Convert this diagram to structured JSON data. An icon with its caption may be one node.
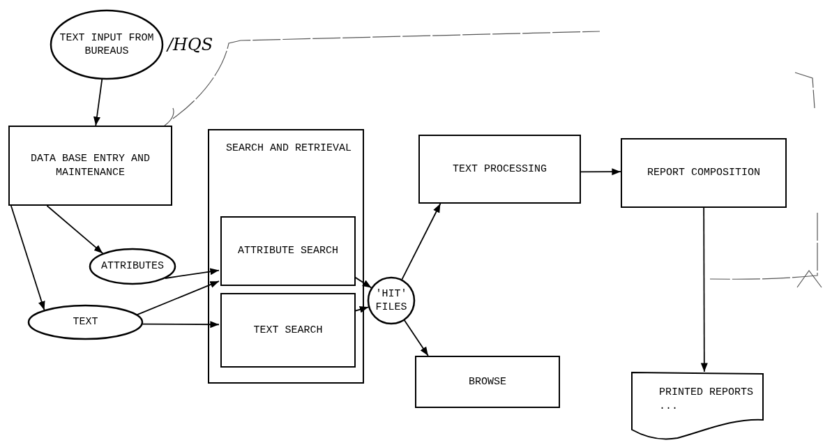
{
  "diagram": {
    "nodes": [
      {
        "text": [
          "TEXT INPUT FROM BUREAUS"
        ]
      },
      {
        "text": [
          "DATA BASE ENTRY AND MAINTENANCE"
        ]
      },
      {
        "text": [
          "ATTRIBUTES"
        ]
      },
      {
        "text": [
          "TEXT"
        ]
      },
      {
        "text": [
          "SEARCH AND RETRIEVAL"
        ]
      },
      {
        "text": [
          "ATTRIBUTE SEARCH"
        ],
        "in": 4
      },
      {
        "text": [
          "TEXT SEARCH"
        ],
        "in": 4
      },
      {
        "text": [
          "'HIT' FILES"
        ]
      },
      {
        "text": [
          "TEXT PROCESSING"
        ]
      },
      {
        "text": [
          "REPORT COMPOSITION"
        ]
      },
      {
        "text": [
          "BROWSE"
        ]
      },
      {
        "text": [
          "PRINTED REPORTS",
          "..."
        ]
      }
    ],
    "edges": [
      {
        "from": 0,
        "to": 1,
        "arrow": "to"
      },
      {
        "from": 1,
        "to": 2,
        "arrow": "to"
      },
      {
        "from": 1,
        "to": 3,
        "arrow": "to"
      },
      {
        "from": 2,
        "to": 5,
        "arrow": "to"
      },
      {
        "from": 3,
        "to": 5,
        "arrow": "to"
      },
      {
        "from": 3,
        "to": 6,
        "arrow": "to"
      },
      {
        "from": 5,
        "to": 7,
        "arrow": "to"
      },
      {
        "from": 6,
        "to": 7,
        "arrow": "to"
      },
      {
        "from": 7,
        "to": 8,
        "arrow": "to"
      },
      {
        "from": 7,
        "to": 10,
        "arrow": "to"
      },
      {
        "from": 8,
        "to": 9,
        "arrow": "to"
      },
      {
        "from": 9,
        "to": 11,
        "arrow": "to"
      }
    ],
    "labels": [
      "/HQS"
    ]
  }
}
